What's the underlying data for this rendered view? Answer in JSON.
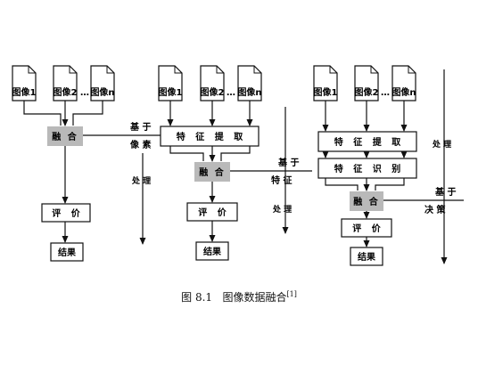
{
  "colors": {
    "ink": "#111111",
    "fusion_fill": "#b9b9b9"
  },
  "panels": [
    {
      "docs": [
        "图像1",
        "图像2",
        "图像n"
      ],
      "dots": "…",
      "fusion": "融 合",
      "level_label_1": "基 于",
      "level_label_2": "像 素",
      "process_label": "处 理",
      "evaluate": "评 价",
      "result": "结果"
    },
    {
      "docs": [
        "图像1",
        "图像2",
        "图像n"
      ],
      "dots": "…",
      "extract": "特 征 提 取",
      "fusion": "融 合",
      "level_label_1": "基 于",
      "level_label_2": "特 征",
      "process_label": "处 理",
      "evaluate": "评 价",
      "result": "结果"
    },
    {
      "docs": [
        "图像1",
        "图像2",
        "图像n"
      ],
      "dots": "…",
      "extract": "特 征 提 取",
      "identify": "特 征 识 别",
      "fusion": "融 合",
      "level_label_1": "基 于",
      "level_label_2": "决 策",
      "process_label": "处 理",
      "evaluate": "评 价",
      "result": "结果"
    }
  ],
  "caption": {
    "number": "图 8.1",
    "title": "图像数据融合",
    "ref": "[1]"
  }
}
